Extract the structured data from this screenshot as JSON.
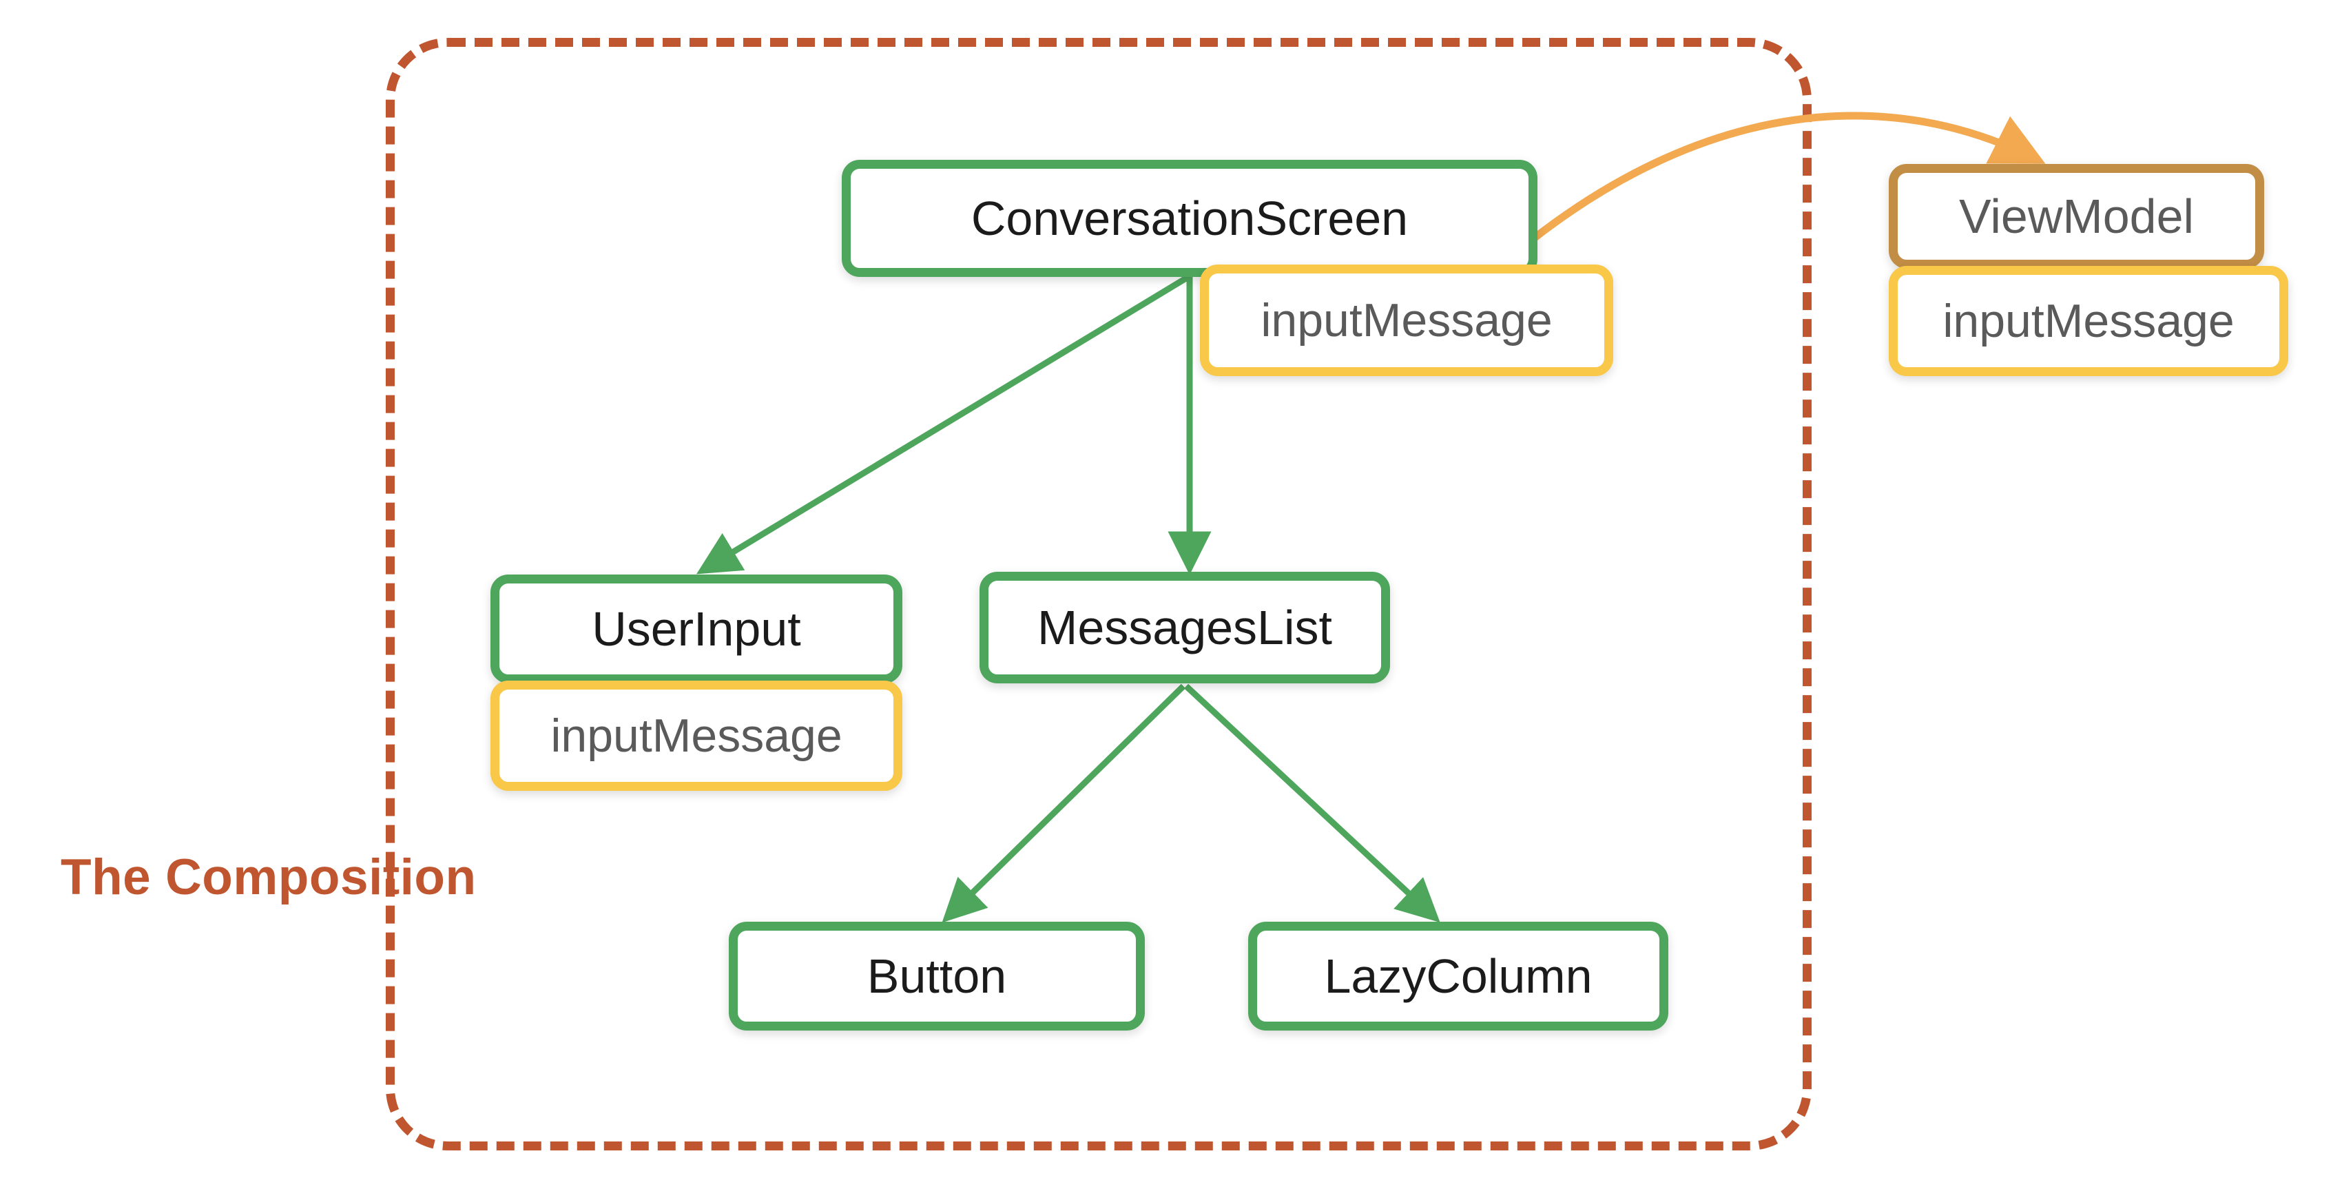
{
  "diagram": {
    "title": "The Composition",
    "boundary": {
      "label": "The Composition",
      "style": "dashed",
      "color": "#C0562F"
    },
    "colors": {
      "composable_border": "#4EA65C",
      "state_border": "#F9C849",
      "viewmodel_border": "#C28D45",
      "boundary": "#C0562F",
      "arrow_green": "#4EA65C",
      "arrow_orange": "#F2A950",
      "node_text": "#1b1b1b",
      "state_text": "#5a5a5a",
      "background": "#ffffff"
    },
    "nodes": [
      {
        "id": "conversationscreen",
        "label": "ConversationScreen",
        "type": "composable",
        "inside_composition": true
      },
      {
        "id": "viewmodel",
        "label": "ViewModel",
        "type": "viewmodel",
        "inside_composition": false
      },
      {
        "id": "userinput",
        "label": "UserInput",
        "type": "composable",
        "inside_composition": true
      },
      {
        "id": "messageslist",
        "label": "MessagesList",
        "type": "composable",
        "inside_composition": true
      },
      {
        "id": "button",
        "label": "Button",
        "type": "composable",
        "inside_composition": true
      },
      {
        "id": "lazycolumn",
        "label": "LazyColumn",
        "type": "composable",
        "inside_composition": true
      }
    ],
    "state_badges": [
      {
        "id": "conversationscreen-state",
        "label": "inputMessage",
        "attached_to": "conversationscreen"
      },
      {
        "id": "viewmodel-state",
        "label": "inputMessage",
        "attached_to": "viewmodel"
      },
      {
        "id": "userinput-state",
        "label": "inputMessage",
        "attached_to": "userinput"
      }
    ],
    "edges": [
      {
        "from": "conversationscreen",
        "to": "userinput",
        "color": "green",
        "style": "solid"
      },
      {
        "from": "conversationscreen",
        "to": "messageslist",
        "color": "green",
        "style": "solid"
      },
      {
        "from": "messageslist",
        "to": "button",
        "color": "green",
        "style": "solid"
      },
      {
        "from": "messageslist",
        "to": "lazycolumn",
        "color": "green",
        "style": "solid"
      },
      {
        "from": "conversationscreen",
        "to": "viewmodel",
        "color": "orange",
        "style": "curved"
      }
    ]
  }
}
